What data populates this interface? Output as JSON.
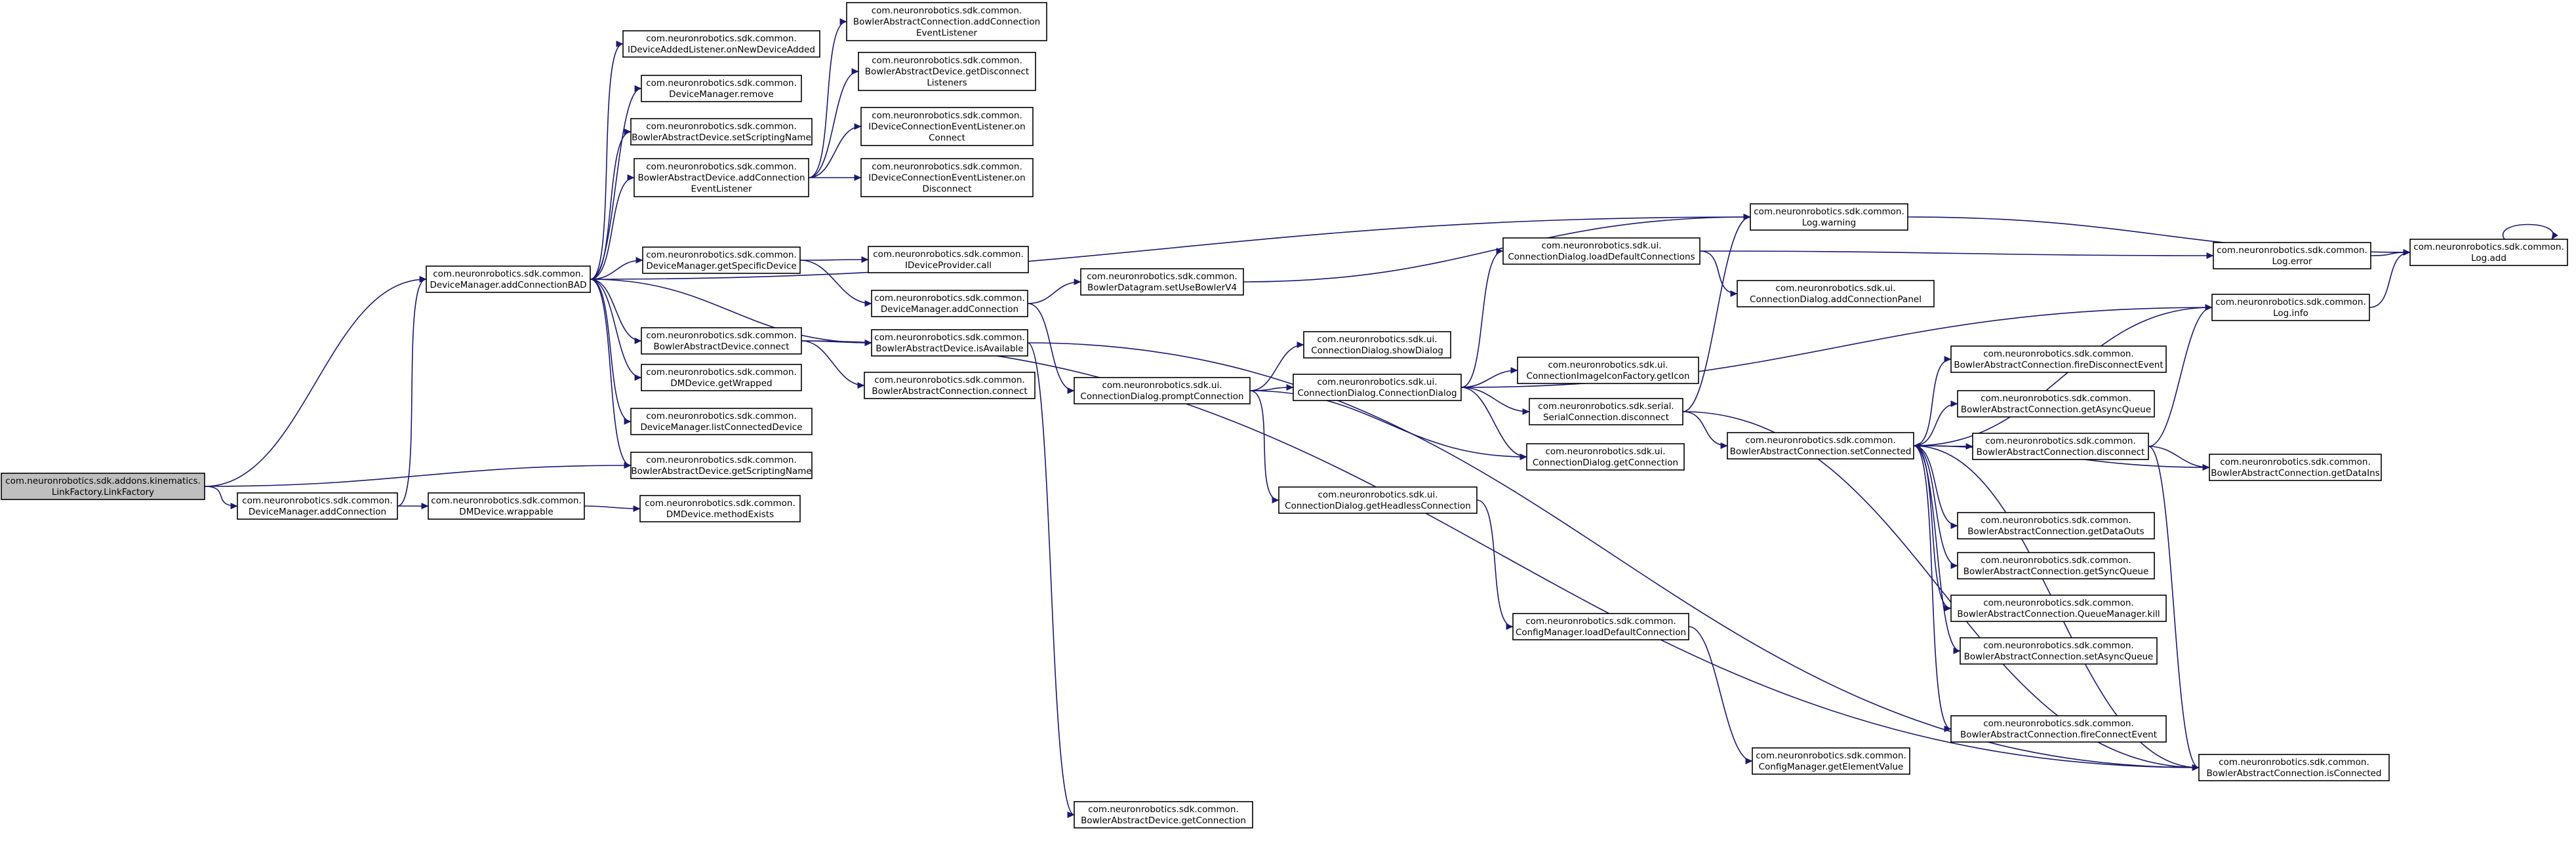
{
  "colors": {
    "edge": "#191970",
    "node_fill": "#ffffff",
    "root_fill": "#bfbfbf",
    "node_border": "#000000",
    "truncated_border": "#ff0000"
  },
  "nodes": [
    {
      "id": "root",
      "lines": [
        "com.neuronrobotics.sdk.addons.kinematics.",
        "LinkFactory.LinkFactory"
      ],
      "style": "root"
    },
    {
      "id": "dm_addConnBAD",
      "lines": [
        "com.neuronrobotics.sdk.common.",
        "DeviceManager.addConnectionBAD"
      ]
    },
    {
      "id": "dm_addConn",
      "lines": [
        "com.neuronrobotics.sdk.common.",
        "DeviceManager.addConnection"
      ]
    },
    {
      "id": "idev_added",
      "lines": [
        "com.neuronrobotics.sdk.common.",
        "IDeviceAddedListener.onNewDeviceAdded"
      ]
    },
    {
      "id": "dm_remove",
      "lines": [
        "com.neuronrobotics.sdk.common.",
        "DeviceManager.remove"
      ]
    },
    {
      "id": "bad_setScript",
      "lines": [
        "com.neuronrobotics.sdk.common.",
        "BowlerAbstractDevice.setScriptingName"
      ]
    },
    {
      "id": "bad_addConnEL",
      "lines": [
        "com.neuronrobotics.sdk.common.",
        "BowlerAbstractDevice.addConnection",
        "EventListener"
      ]
    },
    {
      "id": "dm_getSpecific",
      "lines": [
        "com.neuronrobotics.sdk.common.",
        "DeviceManager.getSpecificDevice"
      ]
    },
    {
      "id": "bad_connect",
      "lines": [
        "com.neuronrobotics.sdk.common.",
        "BowlerAbstractDevice.connect"
      ]
    },
    {
      "id": "dmd_getWrapped",
      "lines": [
        "com.neuronrobotics.sdk.common.",
        "DMDevice.getWrapped"
      ]
    },
    {
      "id": "dm_listConn",
      "lines": [
        "com.neuronrobotics.sdk.common.",
        "DeviceManager.listConnectedDevice"
      ]
    },
    {
      "id": "bad_getScript",
      "lines": [
        "com.neuronrobotics.sdk.common.",
        "BowlerAbstractDevice.getScriptingName"
      ]
    },
    {
      "id": "dmd_wrappable",
      "lines": [
        "com.neuronrobotics.sdk.common.",
        "DMDevice.wrappable"
      ]
    },
    {
      "id": "dmd_methodExists",
      "lines": [
        "com.neuronrobotics.sdk.common.",
        "DMDevice.methodExists"
      ]
    },
    {
      "id": "bac_addConnEL",
      "lines": [
        "com.neuronrobotics.sdk.common.",
        "BowlerAbstractConnection.addConnection",
        "EventListener"
      ]
    },
    {
      "id": "bad_getDiscL",
      "lines": [
        "com.neuronrobotics.sdk.common.",
        "BowlerAbstractDevice.getDisconnect",
        "Listeners"
      ]
    },
    {
      "id": "idcel_onConnect",
      "lines": [
        "com.neuronrobotics.sdk.common.",
        "IDeviceConnectionEventListener.on",
        "Connect"
      ]
    },
    {
      "id": "idcel_onDisconnect",
      "lines": [
        "com.neuronrobotics.sdk.common.",
        "IDeviceConnectionEventListener.on",
        "Disconnect"
      ]
    },
    {
      "id": "idp_call",
      "lines": [
        "com.neuronrobotics.sdk.common.",
        "IDeviceProvider.call"
      ]
    },
    {
      "id": "dm_addConn2",
      "lines": [
        "com.neuronrobotics.sdk.common.",
        "DeviceManager.addConnection"
      ]
    },
    {
      "id": "bad_isAvailable",
      "lines": [
        "com.neuronrobotics.sdk.common.",
        "BowlerAbstractDevice.isAvailable"
      ]
    },
    {
      "id": "bac_connect",
      "lines": [
        "com.neuronrobotics.sdk.common.",
        "BowlerAbstractConnection.connect"
      ]
    },
    {
      "id": "bad_getConnection",
      "lines": [
        "com.neuronrobotics.sdk.common.",
        "BowlerAbstractDevice.getConnection"
      ]
    },
    {
      "id": "bdg_setUseV4",
      "lines": [
        "com.neuronrobotics.sdk.common.",
        "BowlerDatagram.setUseBowlerV4"
      ]
    },
    {
      "id": "cd_prompt",
      "lines": [
        "com.neuronrobotics.sdk.ui.",
        "ConnectionDialog.promptConnection"
      ]
    },
    {
      "id": "cd_showDialog",
      "lines": [
        "com.neuronrobotics.sdk.ui.",
        "ConnectionDialog.showDialog"
      ]
    },
    {
      "id": "cd_ctor",
      "lines": [
        "com.neuronrobotics.sdk.ui.",
        "ConnectionDialog.ConnectionDialog"
      ]
    },
    {
      "id": "cd_getHeadless",
      "lines": [
        "com.neuronrobotics.sdk.ui.",
        "ConnectionDialog.getHeadlessConnection"
      ]
    },
    {
      "id": "cm_loadDefault",
      "lines": [
        "com.neuronrobotics.sdk.common.",
        "ConfigManager.loadDefaultConnection"
      ]
    },
    {
      "id": "cm_getElement",
      "lines": [
        "com.neuronrobotics.sdk.common.",
        "ConfigManager.getElementValue"
      ]
    },
    {
      "id": "cd_loadDefaults",
      "lines": [
        "com.neuronrobotics.sdk.ui.",
        "ConnectionDialog.loadDefaultConnections"
      ]
    },
    {
      "id": "cd_addPanel",
      "lines": [
        "com.neuronrobotics.sdk.ui.",
        "ConnectionDialog.addConnectionPanel"
      ]
    },
    {
      "id": "cif_getIcon",
      "lines": [
        "com.neuronrobotics.sdk.ui.",
        "ConnectionImageIconFactory.getIcon"
      ]
    },
    {
      "id": "sc_disconnect",
      "lines": [
        "com.neuronrobotics.sdk.serial.",
        "SerialConnection.disconnect"
      ]
    },
    {
      "id": "cd_getConnection",
      "lines": [
        "com.neuronrobotics.sdk.ui.",
        "ConnectionDialog.getConnection"
      ]
    },
    {
      "id": "log_warning",
      "lines": [
        "com.neuronrobotics.sdk.common.",
        "Log.warning"
      ]
    },
    {
      "id": "log_error",
      "lines": [
        "com.neuronrobotics.sdk.common.",
        "Log.error"
      ]
    },
    {
      "id": "log_add",
      "lines": [
        "com.neuronrobotics.sdk.common.",
        "Log.add"
      ]
    },
    {
      "id": "log_info",
      "lines": [
        "com.neuronrobotics.sdk.common.",
        "Log.info"
      ]
    },
    {
      "id": "bac_fireDisc",
      "lines": [
        "com.neuronrobotics.sdk.common.",
        "BowlerAbstractConnection.fireDisconnectEvent"
      ]
    },
    {
      "id": "bac_getAsyncQ",
      "lines": [
        "com.neuronrobotics.sdk.common.",
        "BowlerAbstractConnection.getAsyncQueue"
      ]
    },
    {
      "id": "bac_disconnect",
      "lines": [
        "com.neuronrobotics.sdk.common.",
        "BowlerAbstractConnection.disconnect"
      ],
      "style": "truncated"
    },
    {
      "id": "bac_setConnected",
      "lines": [
        "com.neuronrobotics.sdk.common.",
        "BowlerAbstractConnection.setConnected"
      ],
      "style": "truncated"
    },
    {
      "id": "bac_getDataIns",
      "lines": [
        "com.neuronrobotics.sdk.common.",
        "BowlerAbstractConnection.getDataIns"
      ]
    },
    {
      "id": "bac_getDataOuts",
      "lines": [
        "com.neuronrobotics.sdk.common.",
        "BowlerAbstractConnection.getDataOuts"
      ]
    },
    {
      "id": "bac_getSyncQ",
      "lines": [
        "com.neuronrobotics.sdk.common.",
        "BowlerAbstractConnection.getSyncQueue"
      ]
    },
    {
      "id": "bac_qmKill",
      "lines": [
        "com.neuronrobotics.sdk.common.",
        "BowlerAbstractConnection.QueueManager.kill"
      ]
    },
    {
      "id": "bac_setAsyncQ",
      "lines": [
        "com.neuronrobotics.sdk.common.",
        "BowlerAbstractConnection.setAsyncQueue"
      ],
      "style": "truncated"
    },
    {
      "id": "bac_fireConn",
      "lines": [
        "com.neuronrobotics.sdk.common.",
        "BowlerAbstractConnection.fireConnectEvent"
      ]
    },
    {
      "id": "bac_isConnected",
      "lines": [
        "com.neuronrobotics.sdk.common.",
        "BowlerAbstractConnection.isConnected"
      ]
    }
  ],
  "edges": [
    [
      "root",
      "dm_addConnBAD"
    ],
    [
      "root",
      "bad_getScript"
    ],
    [
      "root",
      "dm_addConn"
    ],
    [
      "dm_addConn",
      "dm_addConnBAD"
    ],
    [
      "dm_addConn",
      "dmd_wrappable"
    ],
    [
      "dmd_wrappable",
      "dmd_methodExists"
    ],
    [
      "dm_addConnBAD",
      "idev_added"
    ],
    [
      "dm_addConnBAD",
      "dm_remove"
    ],
    [
      "dm_addConnBAD",
      "bad_setScript"
    ],
    [
      "dm_addConnBAD",
      "bad_addConnEL"
    ],
    [
      "dm_addConnBAD",
      "log_warning"
    ],
    [
      "dm_addConnBAD",
      "dm_getSpecific"
    ],
    [
      "dm_addConnBAD",
      "bad_connect"
    ],
    [
      "dm_addConnBAD",
      "bad_isAvailable"
    ],
    [
      "dm_addConnBAD",
      "dmd_getWrapped"
    ],
    [
      "dm_addConnBAD",
      "dm_listConn"
    ],
    [
      "dm_addConnBAD",
      "bad_getScript"
    ],
    [
      "bad_addConnEL",
      "bac_addConnEL"
    ],
    [
      "bad_addConnEL",
      "bad_getDiscL"
    ],
    [
      "bad_addConnEL",
      "idcel_onConnect"
    ],
    [
      "bad_addConnEL",
      "idcel_onDisconnect"
    ],
    [
      "dm_getSpecific",
      "idp_call"
    ],
    [
      "dm_getSpecific",
      "dm_addConn2"
    ],
    [
      "bad_connect",
      "bad_isAvailable"
    ],
    [
      "bad_connect",
      "bac_connect"
    ],
    [
      "bad_connect",
      "bac_isConnected"
    ],
    [
      "dm_addConn2",
      "bdg_setUseV4"
    ],
    [
      "dm_addConn2",
      "cd_prompt"
    ],
    [
      "bad_isAvailable",
      "bad_getConnection"
    ],
    [
      "bad_isAvailable",
      "bac_isConnected"
    ],
    [
      "bdg_setUseV4",
      "log_warning"
    ],
    [
      "cd_prompt",
      "cd_showDialog"
    ],
    [
      "cd_prompt",
      "cd_ctor"
    ],
    [
      "cd_prompt",
      "cd_getHeadless"
    ],
    [
      "cd_prompt",
      "cd_getConnection"
    ],
    [
      "cd_ctor",
      "cd_loadDefaults"
    ],
    [
      "cd_ctor",
      "cif_getIcon"
    ],
    [
      "cd_ctor",
      "sc_disconnect"
    ],
    [
      "cd_ctor",
      "cd_getConnection"
    ],
    [
      "cd_ctor",
      "log_info"
    ],
    [
      "cd_getHeadless",
      "cm_loadDefault"
    ],
    [
      "cm_loadDefault",
      "cm_getElement"
    ],
    [
      "cd_loadDefaults",
      "cd_addPanel"
    ],
    [
      "cd_loadDefaults",
      "log_error"
    ],
    [
      "sc_disconnect",
      "log_warning"
    ],
    [
      "sc_disconnect",
      "bac_setConnected"
    ],
    [
      "sc_disconnect",
      "bac_isConnected"
    ],
    [
      "log_warning",
      "log_add"
    ],
    [
      "log_error",
      "log_add"
    ],
    [
      "log_info",
      "log_add"
    ],
    [
      "log_add",
      "log_add"
    ],
    [
      "bac_setConnected",
      "log_info"
    ],
    [
      "bac_setConnected",
      "bac_fireDisc"
    ],
    [
      "bac_setConnected",
      "bac_getAsyncQ"
    ],
    [
      "bac_setConnected",
      "bac_disconnect"
    ],
    [
      "bac_setConnected",
      "bac_getDataIns"
    ],
    [
      "bac_setConnected",
      "bac_getDataOuts"
    ],
    [
      "bac_setConnected",
      "bac_getSyncQ"
    ],
    [
      "bac_setConnected",
      "bac_qmKill"
    ],
    [
      "bac_setConnected",
      "bac_setAsyncQ"
    ],
    [
      "bac_setConnected",
      "bac_fireConn"
    ],
    [
      "bac_setConnected",
      "bac_isConnected"
    ],
    [
      "bac_disconnect",
      "log_info"
    ],
    [
      "bac_disconnect",
      "bac_setConnected"
    ],
    [
      "bac_disconnect",
      "bac_getDataIns"
    ],
    [
      "bac_disconnect",
      "bac_isConnected"
    ]
  ]
}
